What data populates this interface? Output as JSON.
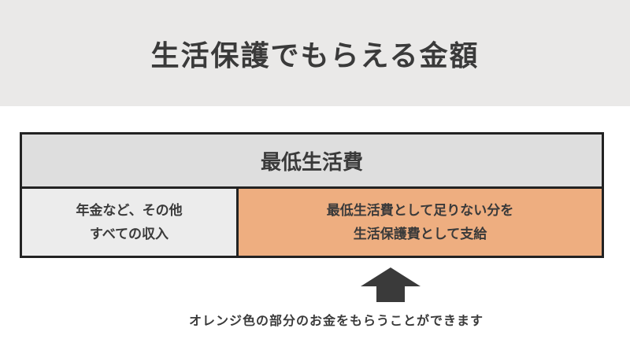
{
  "title": "生活保護でもらえる金額",
  "diagram": {
    "top_label": "最低生活費",
    "left_lines": [
      "年金など、その他",
      "すべての収入"
    ],
    "right_lines": [
      "最低生活費として足りない分を",
      "生活保護費として支給"
    ],
    "note": "オレンジ色の部分のお金をもらうことができます"
  },
  "colors": {
    "orange": "#eeae80",
    "header_bg": "#eae9e8"
  }
}
